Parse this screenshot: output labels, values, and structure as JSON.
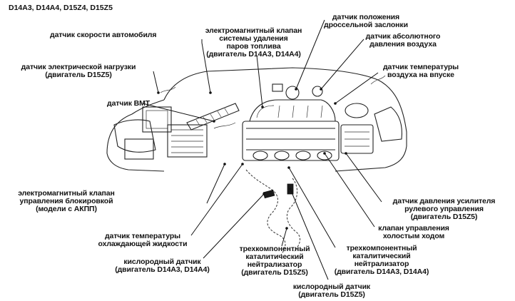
{
  "title": "D14A3, D14A4, D15Z4, D15Z5",
  "labels": {
    "vss": "датчик скорости автомобиля",
    "egr_valve": "электромагнитный клапан\nсистемы удаления\nпаров топлива\n(двигатель D14A3, D14A4)",
    "tps": "датчик положения\nдроссельной заслонки",
    "map": "датчик абсолютного\nдавления воздуха",
    "els": "датчик электрической нагрузки\n(двигатель D15Z5)",
    "iat": "датчик температуры\nвоздуха на впуске",
    "tdc": "датчик ВМТ",
    "lockup": "электромагнитный клапан\nуправления блокировкой\n(модели с АКПП)",
    "ps_pressure": "датчик давления усилителя\nрулевого управления\n(двигатель D15Z5)",
    "iac": "клапан управления\nхолостым ходом",
    "ect": "датчик температуры\nохлаждающей жидкости",
    "cat_d15z5": "трехкомпонентный\nкаталитический\nнейтрализатор\n(двигатель D15Z5)",
    "cat_d14": "трехкомпонентный\nкаталитический\nнейтрализатор\n(двигатель D14A3, D14A4)",
    "o2_d14": "кислородный датчик\n(двигатель D14A3, D14A4)",
    "o2_d15z5": "кислородный датчик\n(двигатель D15Z5)"
  }
}
